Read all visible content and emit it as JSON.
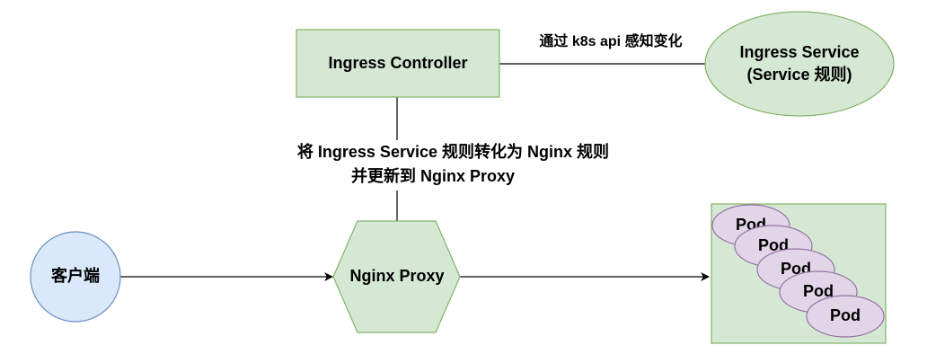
{
  "colors": {
    "green_fill": "#d5e8d4",
    "green_stroke": "#82b366",
    "blue_fill": "#dae8fc",
    "blue_stroke": "#6c8ebf",
    "purple_fill": "#e1d5e7",
    "purple_stroke": "#9673a6",
    "line": "#000000"
  },
  "nodes": {
    "ingress_controller": "Ingress Controller",
    "ingress_service_line1": "Ingress Service",
    "ingress_service_line2": "(Service 规则)",
    "client": "客户端",
    "nginx_proxy": "Nginx Proxy",
    "pods": [
      "Pod",
      "Pod",
      "Pod",
      "Pod",
      "Pod"
    ]
  },
  "edges": {
    "controller_service_label": "通过 k8s api 感知变化",
    "controller_proxy_label_line1": "将 Ingress Service 规则转化为 Nginx 规则",
    "controller_proxy_label_line2": "并更新到 Nginx Proxy"
  }
}
